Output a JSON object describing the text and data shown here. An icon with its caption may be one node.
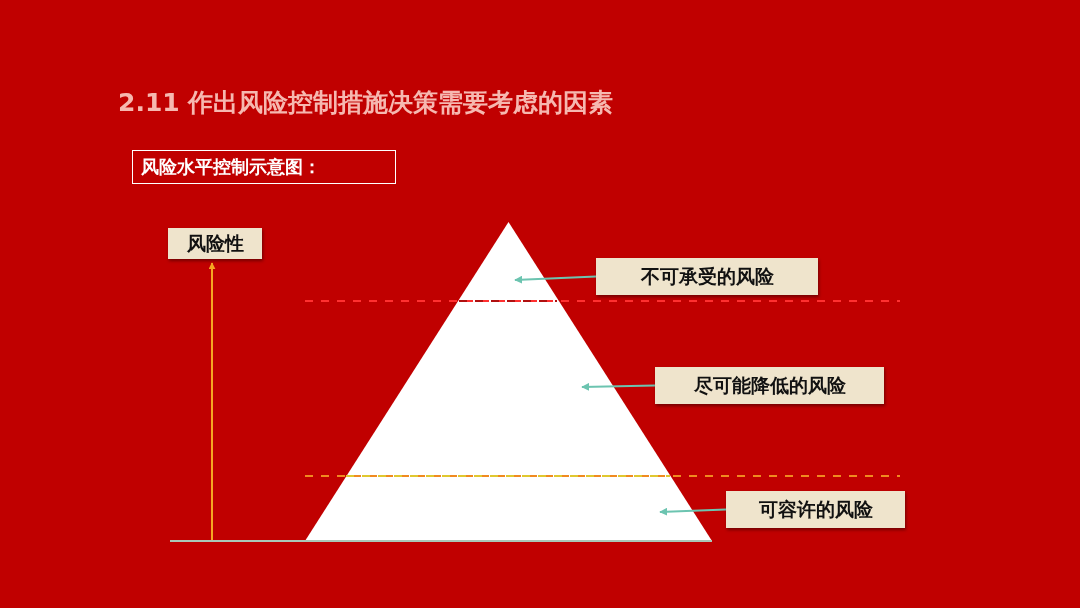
{
  "diagram": {
    "title": "2.11 作出风险控制措施决策需要考虑的因素",
    "nodes": [
      {
        "text": [
          "风险水平控制示意图："
        ]
      },
      {
        "text": [
          "风险性"
        ]
      },
      {
        "text": [],
        "shape": "triangle"
      },
      {
        "text": [
          "不可承受的风险"
        ]
      },
      {
        "text": [
          "尽可能降低的风险"
        ]
      },
      {
        "text": [
          "可容许的风险"
        ]
      }
    ],
    "edges": [
      {
        "from": 3,
        "to": 2,
        "arrow": "to"
      },
      {
        "from": 4,
        "to": 2,
        "arrow": "to"
      },
      {
        "from": 5,
        "to": 2,
        "arrow": "to"
      }
    ]
  }
}
